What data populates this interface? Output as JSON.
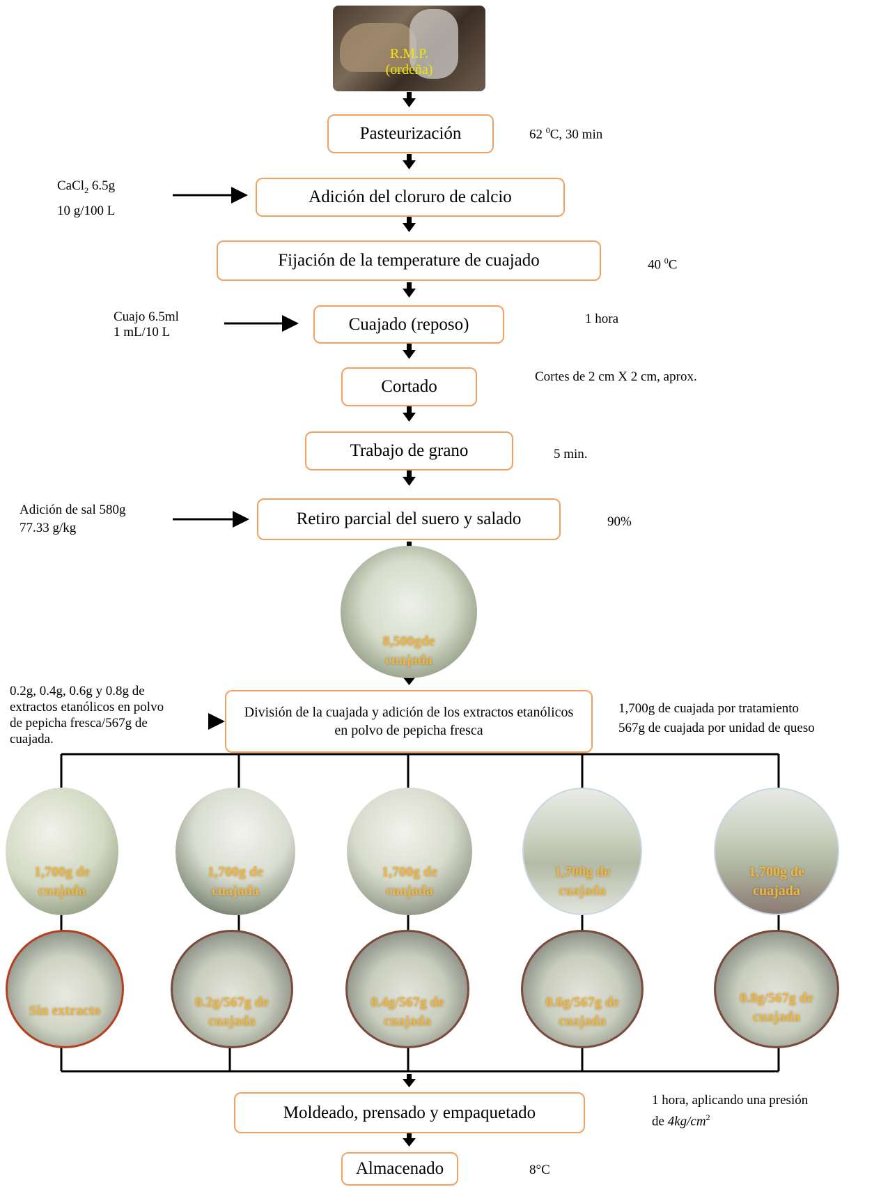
{
  "source": {
    "label_line1": "R.M.P.",
    "label_line2": "(ordeña)",
    "label_color": "#f2e600"
  },
  "steps": [
    {
      "id": "pasteurizacion",
      "label": "Pasteurización"
    },
    {
      "id": "cloruro",
      "label": "Adición del cloruro de calcio"
    },
    {
      "id": "temperatura",
      "label": "Fijación de la temperature de cuajado"
    },
    {
      "id": "cuajado",
      "label": "Cuajado (reposo)"
    },
    {
      "id": "cortado",
      "label": "Cortado"
    },
    {
      "id": "grano",
      "label": "Trabajo de grano"
    },
    {
      "id": "retiro",
      "label": "Retiro parcial del suero y salado"
    },
    {
      "id": "division",
      "label": "División de la cuajada y adición de los extractos etanólicos en polvo de pepicha fresca"
    },
    {
      "id": "moldeado",
      "label": "Moldeado, prensado y empaquetado"
    },
    {
      "id": "almacenado",
      "label": "Almacenado"
    }
  ],
  "notes_right": {
    "pasteurizacion": {
      "value": "62",
      "sup": "0",
      "rest": "C, 30 min"
    },
    "temperatura": {
      "value": "40",
      "sup": "0",
      "rest": "C"
    },
    "cuajado": "1 hora",
    "cortado": "Cortes de 2 cm X 2 cm, aprox.",
    "grano": "5 min.",
    "retiro": "90%",
    "division_line1": "1,700g de cuajada por tratamiento",
    "division_line2": "567g de cuajada por unidad de queso",
    "moldeado_line1": "1 hora, aplicando una presión",
    "moldeado_line2_prefix": "de ",
    "moldeado_line2_math": "4kg/cm",
    "moldeado_line2_sup": "2",
    "almacenado": "8°C"
  },
  "notes_left": {
    "cloruro": {
      "formula": "CaCl",
      "sub": "2",
      "amount": " 6.5g",
      "line2": "10 g/100 L"
    },
    "cuajado_line1": "Cuajo 6.5ml",
    "cuajado_line2": "1 mL/10 L",
    "retiro_line1": "Adición de sal 580g",
    "retiro_line2": " 77.33 g/kg",
    "division_line1": "0.2g, 0.4g, 0.6g y 0.8g de",
    "division_line2": "extractos etanólicos en polvo",
    "division_line3": "de pepicha fresca/567g de",
    "division_line4": "cuajada."
  },
  "curd_total": {
    "line1": "8,500gde",
    "line2": "cuajada"
  },
  "branches": [
    {
      "curd_line1": "1,700g de",
      "curd_line2": "cuajada",
      "cheese_line1": "Sin extracto",
      "cheese_line2": ""
    },
    {
      "curd_line1": "1,700g de",
      "curd_line2": "cuajada",
      "cheese_line1": "0.2g/567g de",
      "cheese_line2": "cuajada"
    },
    {
      "curd_line1": "1,700g de",
      "curd_line2": "cuajada",
      "cheese_line1": "0.4g/567g de",
      "cheese_line2": "cuajada"
    },
    {
      "curd_line1": "1,700g de",
      "curd_line2": "cuajada",
      "cheese_line1": "0.6g/567g de",
      "cheese_line2": "cuajada"
    },
    {
      "curd_line1": "1,700g de",
      "curd_line2": "cuajada",
      "cheese_line1": "0.8g/567g de",
      "cheese_line2": "cuajada"
    }
  ],
  "colors": {
    "box_border": "#f4a060",
    "photo_label": "#f2b53a",
    "first_cheese_border": "#b5401f"
  }
}
